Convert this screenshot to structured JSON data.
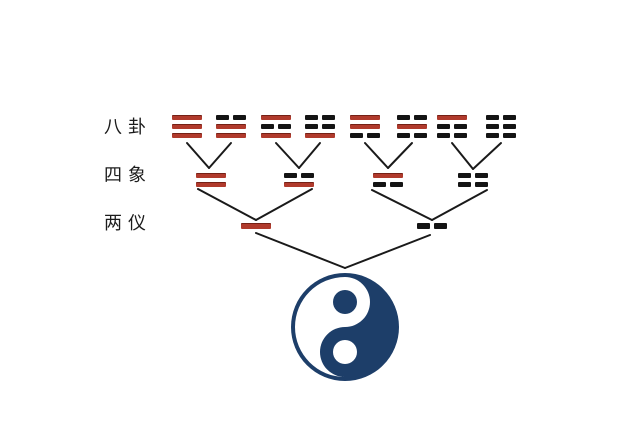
{
  "diagram": {
    "title_names": {
      "bottom_symbol": "taiji",
      "scheme": "taiji-liangyi-sixiang-bagua-generation"
    },
    "labels": {
      "bagua": "八卦",
      "sixiang": "四象",
      "liangyi": "两仪"
    },
    "colors": {
      "background": "#ffffff",
      "yang_line": "#b03a2c",
      "yin_line": "#141414",
      "connector": "#1a1a1a",
      "label_text": "#1c1c1c",
      "taiji_navy": "#1d3e69",
      "taiji_white": "#ffffff"
    },
    "trigrams": [
      {
        "name": "qian",
        "lines": [
          "yang",
          "yang",
          "yang"
        ]
      },
      {
        "name": "dui",
        "lines": [
          "yin",
          "yang",
          "yang"
        ]
      },
      {
        "name": "li",
        "lines": [
          "yang",
          "yin",
          "yang"
        ]
      },
      {
        "name": "zhen",
        "lines": [
          "yin",
          "yin",
          "yang"
        ]
      },
      {
        "name": "xun",
        "lines": [
          "yang",
          "yang",
          "yin"
        ]
      },
      {
        "name": "kan",
        "lines": [
          "yin",
          "yang",
          "yin"
        ]
      },
      {
        "name": "gen",
        "lines": [
          "yang",
          "yin",
          "yin"
        ]
      },
      {
        "name": "kun",
        "lines": [
          "yin",
          "yin",
          "yin"
        ]
      }
    ],
    "sixiang": [
      {
        "name": "taiyang",
        "lines": [
          "yang",
          "yang"
        ]
      },
      {
        "name": "shaoyin",
        "lines": [
          "yin",
          "yang"
        ]
      },
      {
        "name": "shaoyang",
        "lines": [
          "yang",
          "yin"
        ]
      },
      {
        "name": "taiyin",
        "lines": [
          "yin",
          "yin"
        ]
      }
    ],
    "liangyi": [
      {
        "name": "yang",
        "lines": [
          "yang"
        ]
      },
      {
        "name": "yin",
        "lines": [
          "yin"
        ]
      }
    ]
  }
}
